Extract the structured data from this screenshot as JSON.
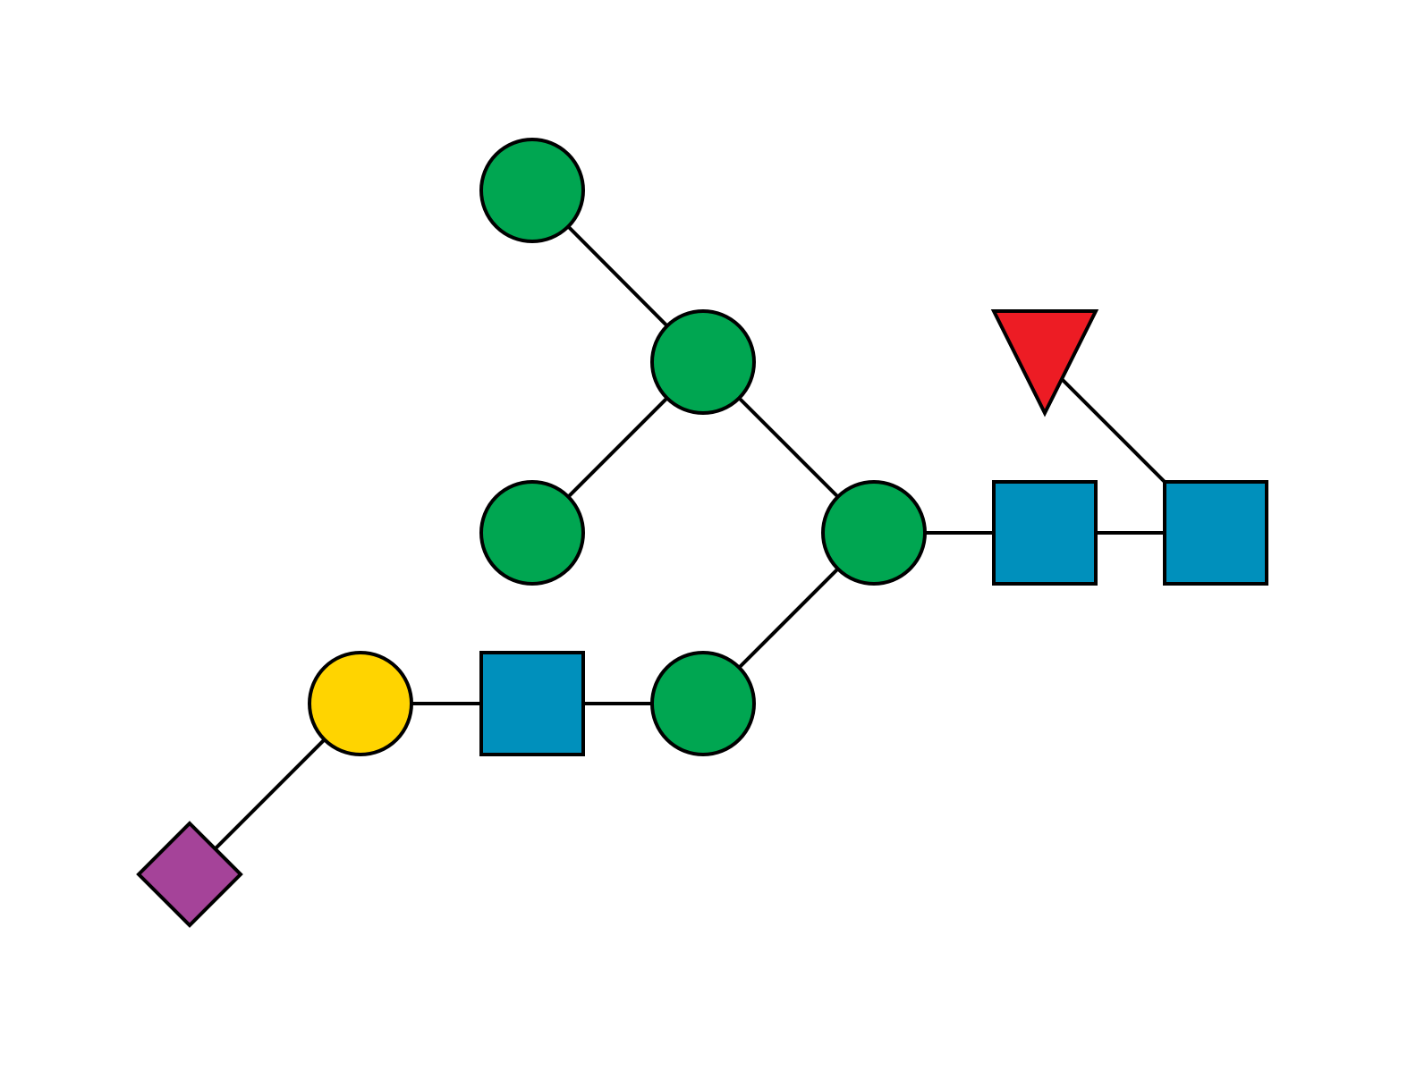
{
  "diagram": {
    "type": "glycan-snfg",
    "colors": {
      "mannose": "#00A651",
      "galactose": "#FFD400",
      "glcnac": "#0090BC",
      "fucose": "#ED1C24",
      "neu5ac": "#A54399",
      "outline": "#000000",
      "background": "#FFFFFF"
    },
    "residues": [
      {
        "id": "glcnac-reducing",
        "kind": "glcnac",
        "shape": "square"
      },
      {
        "id": "glcnac-core",
        "kind": "glcnac",
        "shape": "square"
      },
      {
        "id": "fucose-core",
        "kind": "fucose",
        "shape": "triangle"
      },
      {
        "id": "mannose-core",
        "kind": "mannose",
        "shape": "circle"
      },
      {
        "id": "mannose-upper-branch",
        "kind": "mannose",
        "shape": "circle"
      },
      {
        "id": "mannose-upper-left-top",
        "kind": "mannose",
        "shape": "circle"
      },
      {
        "id": "mannose-upper-left-bottom",
        "kind": "mannose",
        "shape": "circle"
      },
      {
        "id": "mannose-lower-branch",
        "kind": "mannose",
        "shape": "circle"
      },
      {
        "id": "glcnac-antenna",
        "kind": "glcnac",
        "shape": "square"
      },
      {
        "id": "galactose-antenna",
        "kind": "galactose",
        "shape": "circle"
      },
      {
        "id": "neu5ac-terminal",
        "kind": "neu5ac",
        "shape": "diamond"
      }
    ],
    "linkages": [
      {
        "from": "glcnac-reducing",
        "to": "glcnac-core"
      },
      {
        "from": "glcnac-reducing",
        "to": "fucose-core"
      },
      {
        "from": "glcnac-core",
        "to": "mannose-core"
      },
      {
        "from": "mannose-core",
        "to": "mannose-upper-branch"
      },
      {
        "from": "mannose-core",
        "to": "mannose-lower-branch"
      },
      {
        "from": "mannose-upper-branch",
        "to": "mannose-upper-left-top"
      },
      {
        "from": "mannose-upper-branch",
        "to": "mannose-upper-left-bottom"
      },
      {
        "from": "mannose-lower-branch",
        "to": "glcnac-antenna"
      },
      {
        "from": "glcnac-antenna",
        "to": "galactose-antenna"
      },
      {
        "from": "galactose-antenna",
        "to": "neu5ac-terminal"
      }
    ]
  }
}
